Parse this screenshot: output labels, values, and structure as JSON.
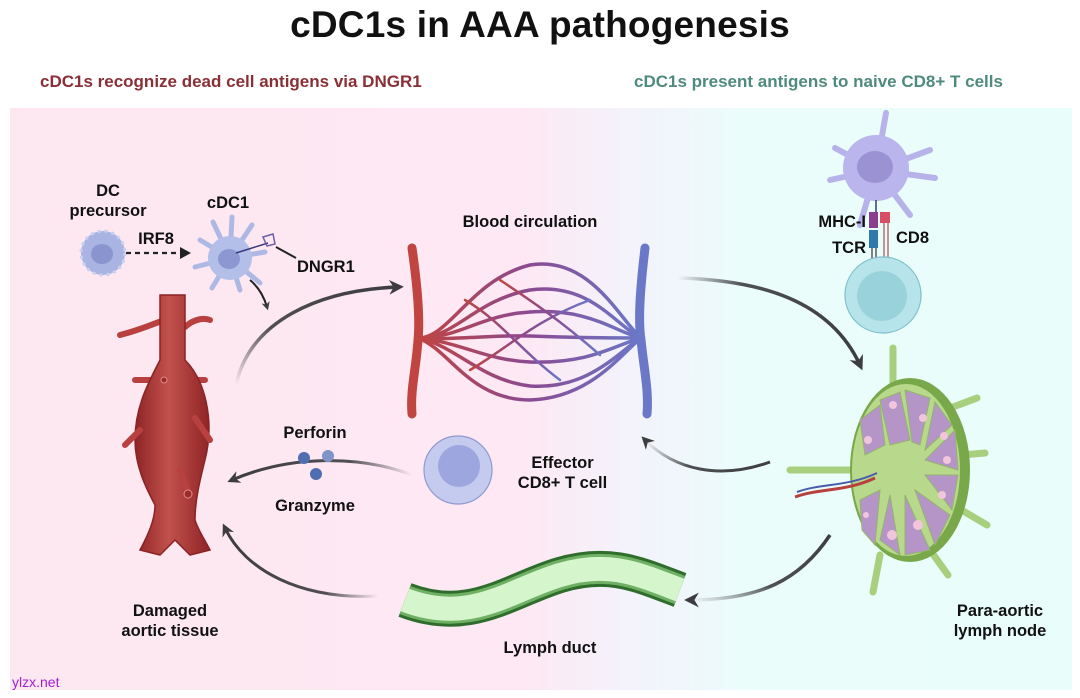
{
  "title": "cDC1s in AAA pathogenesis",
  "subtitles": {
    "left": "cDC1s recognize dead cell antigens via DNGR1",
    "right": "cDC1s present antigens to naive CD8+ T cells"
  },
  "labels": {
    "dc_precursor": "DC\nprecursor",
    "irf8": "IRF8",
    "cdc1": "cDC1",
    "dngr1": "DNGR1",
    "blood_circulation": "Blood circulation",
    "mhc_i": "MHC-I",
    "tcr": "TCR",
    "cd8": "CD8",
    "perforin": "Perforin",
    "granzyme": "Granzyme",
    "effector_cell": "Effector\nCD8+ T cell",
    "damaged_tissue": "Damaged\naortic tissue",
    "lymph_duct": "Lymph duct",
    "lymph_node": "Para-aortic\nlymph node"
  },
  "watermark": "ylzx.net",
  "colors": {
    "left_subtitle": "#8a2f35",
    "right_subtitle": "#4e8a7d",
    "left_bg": "#fde8f3",
    "right_bg": "#e9fdfa",
    "artery": "#c0443f",
    "vein": "#6b78c8",
    "dendritic_cell": "#b3bfe8",
    "t_cell": "#a8dde6",
    "lymph_green": "#b8d98c",
    "arrow": "#3d3d3f"
  },
  "icons": [
    "dc-precursor-cell-icon",
    "cdc1-cell-icon",
    "aorta-aneurysm-icon",
    "capillary-bed-icon",
    "mature-dc-icon",
    "naive-t-cell-icon",
    "effector-t-cell-icon",
    "lymph-node-icon",
    "lymph-duct-icon",
    "perforin-granule-icon"
  ]
}
